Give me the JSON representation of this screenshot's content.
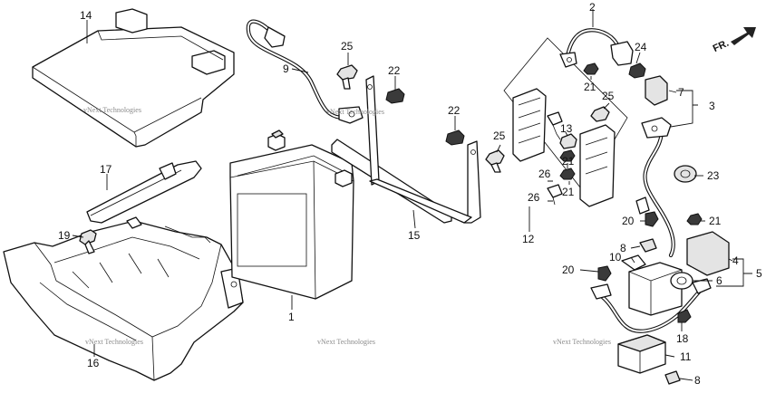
{
  "diagram": {
    "callouts": {
      "c1": "1",
      "c2": "2",
      "c3": "3",
      "c4": "4",
      "c5": "5",
      "c6": "6",
      "c7": "7",
      "c8a": "8",
      "c8b": "8",
      "c9": "9",
      "c10": "10",
      "c11": "11",
      "c12": "12",
      "c13": "13",
      "c14": "14",
      "c15": "15",
      "c16": "16",
      "c17": "17",
      "c18": "18",
      "c19": "19",
      "c20a": "20",
      "c20b": "20",
      "c21a": "21",
      "c21b": "21",
      "c21c": "21",
      "c21d": "21",
      "c22a": "22",
      "c22b": "22",
      "c23": "23",
      "c24": "24",
      "c25a": "25",
      "c25b": "25",
      "c25c": "25",
      "c26a": "26",
      "c26b": "26"
    },
    "direction_label": "FR.",
    "watermark": "vNext Technologies"
  }
}
